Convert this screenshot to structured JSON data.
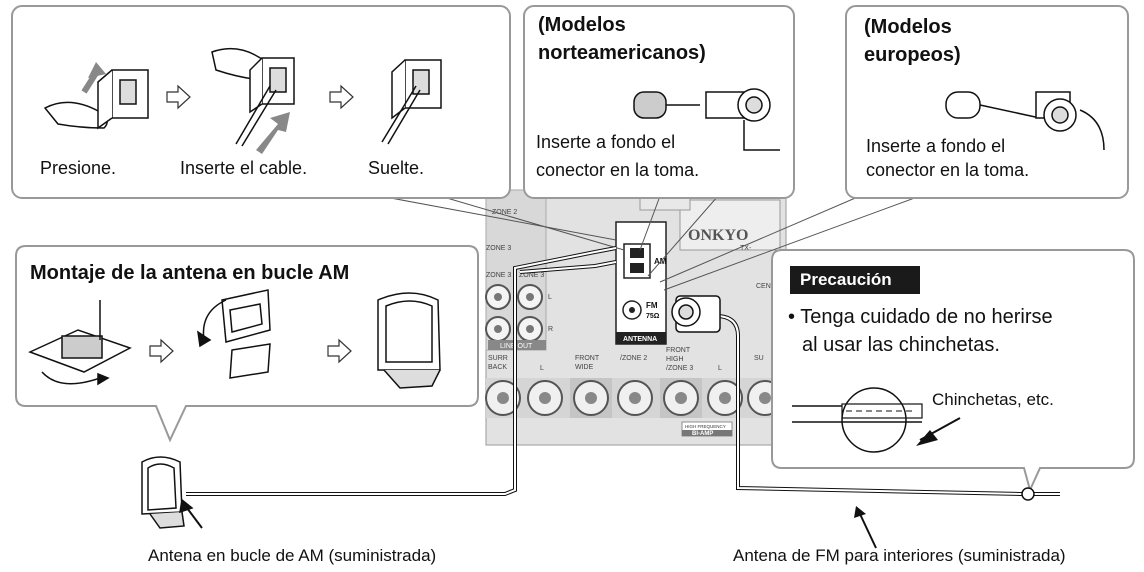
{
  "steps_panel": {
    "step1": "Presione.",
    "step2": "Inserte el cable.",
    "step3": "Suelte."
  },
  "na_panel": {
    "title_line1": "(Modelos",
    "title_line2": "norteamericanos)",
    "text_line1": "Inserte a fondo el",
    "text_line2": "conector en la toma."
  },
  "eu_panel": {
    "title_line1": "(Modelos",
    "title_line2": "europeos)",
    "text_line1": "Inserte a fondo el",
    "text_line2": "conector en la toma."
  },
  "am_panel": {
    "title": "Montaje de la antena en bucle AM"
  },
  "caution_panel": {
    "badge": "Precaución",
    "bullet_line1": "• Tenga cuidado de no herirse",
    "bullet_line2": "al usar las chinchetas.",
    "label": "Chinchetas, etc."
  },
  "rear_panel": {
    "brand": "ONKYO",
    "model": "TX-",
    "zone2": "ZONE 2",
    "zone3_top": "ZONE 3",
    "zone3_mid": "ZONE 3",
    "ch_l": "L",
    "ch_r": "R",
    "line_out": "LINE OUT",
    "am": "AM",
    "fm": "FM",
    "ohm": "75Ω",
    "antenna": "ANTENNA",
    "cen": "CEN",
    "surr_back_1": "SURR",
    "surr_back_2": "BACK",
    "front_wide_1": "FRONT",
    "front_wide_2": "WIDE",
    "zone2_l": "/ZONE 2",
    "front_high_1": "FRONT",
    "front_high_2": "HIGH",
    "front_high_3": "/ZONE 3",
    "su": "SU",
    "high_freq": "HIGH FREQUENCY",
    "bi_amp": "BI-AMP"
  },
  "captions": {
    "am_antenna": "Antena en bucle de AM (suministrada)",
    "fm_antenna": "Antena de FM para interiores (suministrada)"
  }
}
